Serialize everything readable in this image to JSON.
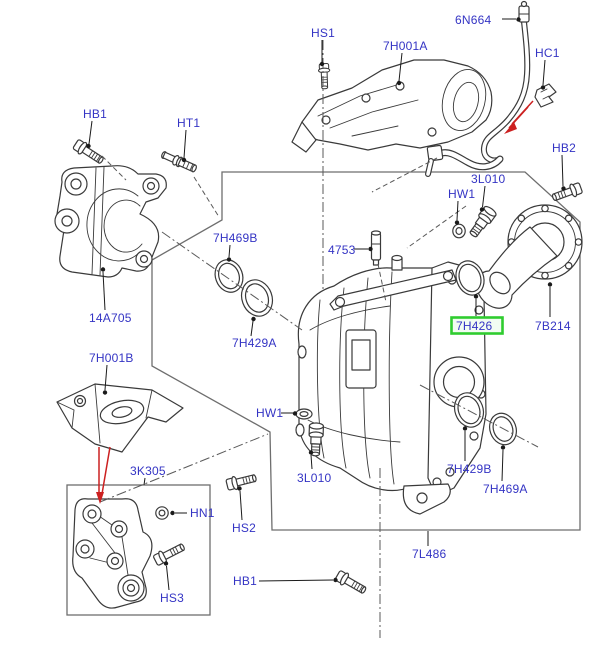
{
  "diagram_type": "exploded-parts-diagram",
  "colors": {
    "background": "#ffffff",
    "line": "#3a3a3a",
    "box": "#6e6e6e",
    "centerline": "#5a5a5a",
    "label": "#3434c4",
    "dot": "#1a1a1a",
    "red": "#cc2020",
    "highlight_border": "#2fcc2f",
    "highlight_fill": "#f2fcf2"
  },
  "highlight": {
    "part": "7H426"
  },
  "parts": {
    "hb1_top": {
      "text": "HB1"
    },
    "ht1": {
      "text": "HT1"
    },
    "hs1": {
      "text": "HS1"
    },
    "p7h001a": {
      "text": "7H001A"
    },
    "p6n664": {
      "text": "6N664"
    },
    "hc1": {
      "text": "HC1"
    },
    "hb2": {
      "text": "HB2"
    },
    "p3l010_top": {
      "text": "3L010"
    },
    "hw1_top": {
      "text": "HW1"
    },
    "p7h469b": {
      "text": "7H469B"
    },
    "p4753": {
      "text": "4753"
    },
    "p7h429a": {
      "text": "7H429A"
    },
    "p7h426": {
      "text": "7H426"
    },
    "p7b214": {
      "text": "7B214"
    },
    "p14a705": {
      "text": "14A705"
    },
    "p7h001b": {
      "text": "7H001B"
    },
    "p3k305": {
      "text": "3K305"
    },
    "hn1": {
      "text": "HN1"
    },
    "hs2": {
      "text": "HS2"
    },
    "hs3": {
      "text": "HS3"
    },
    "hb1_bottom": {
      "text": "HB1"
    },
    "p7l486": {
      "text": "7L486"
    },
    "p3l010_bot": {
      "text": "3L010"
    },
    "hw1_bottom": {
      "text": "HW1"
    },
    "p7h429b": {
      "text": "7H429B"
    },
    "p7h469a": {
      "text": "7H469A"
    }
  }
}
